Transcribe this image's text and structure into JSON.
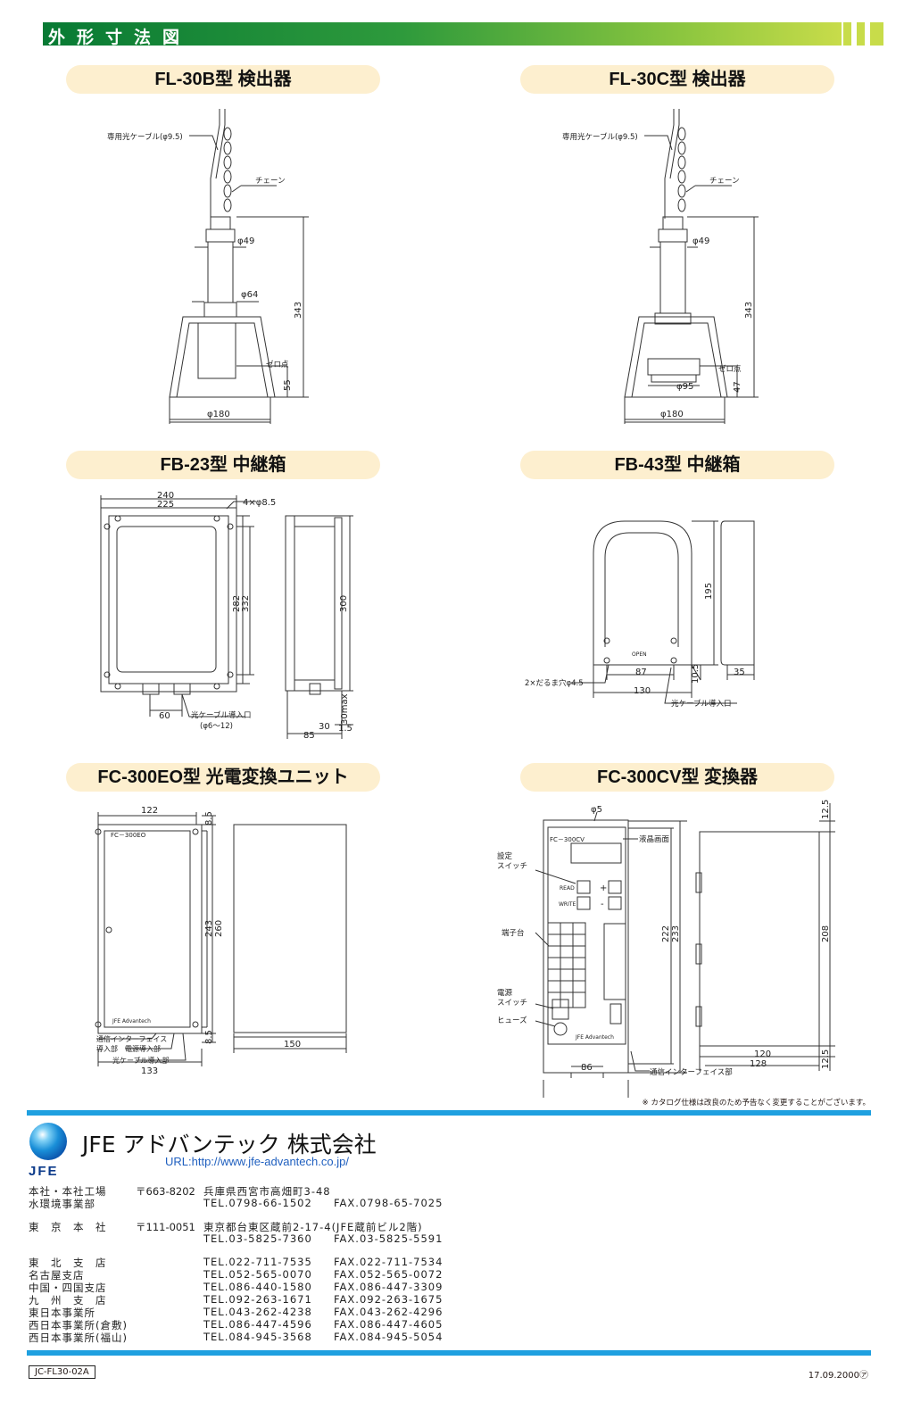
{
  "header": {
    "title": "外形寸法図"
  },
  "sections": {
    "fl30b": {
      "title": "FL-30B型 検出器"
    },
    "fl30c": {
      "title": "FL-30C型 検出器"
    },
    "fb23": {
      "title": "FB-23型 中継箱"
    },
    "fb43": {
      "title": "FB-43型 中継箱"
    },
    "fc300eo": {
      "title": "FC-300EO型 光電変換ユニット"
    },
    "fc300cv": {
      "title": "FC-300CV型 変換器"
    }
  },
  "drawings": {
    "fl30b": {
      "cable": "専用光ケーブル(φ9.5)",
      "chain": "チェーン",
      "d49": "φ49",
      "d64": "φ64",
      "zero": "ゼロ点",
      "d180": "φ180",
      "h343": "343",
      "h55": "55"
    },
    "fl30c": {
      "cable": "専用光ケーブル(φ9.5)",
      "chain": "チェーン",
      "d49": "φ49",
      "zero": "ゼロ点",
      "d95": "φ95",
      "d180": "φ180",
      "h343": "343",
      "h47": "47"
    },
    "fb23": {
      "w240": "240",
      "w225": "225",
      "holes": "4×φ8.5",
      "h282": "282",
      "h332": "332",
      "h300": "300",
      "w60": "60",
      "entry": "光ケーブル導入口",
      "entry_range": "(φ6～12)",
      "d85": "85",
      "d30": "30",
      "d30max": "30max",
      "d15": "1.5"
    },
    "fb43": {
      "h195": "195",
      "open": "OPEN",
      "slot": "2×だるま穴φ4.5",
      "w87": "87",
      "w130": "130",
      "d105": "10.5",
      "d35": "35",
      "entry": "光ケーブル導入口"
    },
    "fc300eo": {
      "w122": "122",
      "model": "FC－300EO",
      "h243": "243",
      "h260": "260",
      "d85a": "8.5",
      "d85b": "8.5",
      "w150": "150",
      "w133": "133",
      "brand": "JFE Advantech",
      "comm": "通信インターフェイス",
      "comm2": "導入部",
      "power": "電源導入部",
      "optical": "光ケーブル導入部"
    },
    "fc300cv": {
      "d5": "φ5",
      "model": "FC－300CV",
      "lcd": "液晶画面",
      "setting": "設定",
      "setting2": "スイッチ",
      "read": "READ",
      "write": "WRITE",
      "plus": "+",
      "minus": "-",
      "terminal": "端子台",
      "power": "電源",
      "power2": "スイッチ",
      "fuse": "ヒューズ",
      "h222": "222",
      "h233": "233",
      "h208": "208",
      "d125a": "12.5",
      "d125b": "12.5",
      "w86": "86",
      "w120": "120",
      "w128": "128",
      "comm": "通信インターフェイス部",
      "brand": "JFE Advantech"
    }
  },
  "note": "※ カタログ仕様は改良のため予告なく変更することがございます。",
  "company": {
    "logo": "JFE",
    "name": "JFE アドバンテック 株式会社",
    "url": "URL:http://www.jfe-advantech.co.jp/"
  },
  "offices": [
    {
      "name": "本社・本社工場",
      "zip": "〒663-8202",
      "address": "兵庫県西宮市高畑町3-48",
      "tel": "",
      "fax": ""
    },
    {
      "name": "水環境事業部",
      "zip": "",
      "address": "",
      "tel": "TEL.0798-66-1502",
      "fax": "FAX.0798-65-7025"
    },
    {
      "name": "東　京　本　社",
      "zip": "〒111-0051",
      "address": "東京都台東区蔵前2-17-4(JFE蔵前ビル2階)",
      "tel": "",
      "fax": ""
    },
    {
      "name": "",
      "zip": "",
      "address": "",
      "tel": "TEL.03-5825-7360",
      "fax": "FAX.03-5825-5591"
    },
    {
      "name": "東　北　支　店",
      "zip": "",
      "address": "",
      "tel": "TEL.022-711-7535",
      "fax": "FAX.022-711-7534"
    },
    {
      "name": "名古屋支店",
      "zip": "",
      "address": "",
      "tel": "TEL.052-565-0070",
      "fax": "FAX.052-565-0072"
    },
    {
      "name": "中国・四国支店",
      "zip": "",
      "address": "",
      "tel": "TEL.086-440-1580",
      "fax": "FAX.086-447-3309"
    },
    {
      "name": "九　州　支　店",
      "zip": "",
      "address": "",
      "tel": "TEL.092-263-1671",
      "fax": "FAX.092-263-1675"
    },
    {
      "name": "東日本事業所",
      "zip": "",
      "address": "",
      "tel": "TEL.043-262-4238",
      "fax": "FAX.043-262-4296"
    },
    {
      "name": "西日本事業所(倉敷)",
      "zip": "",
      "address": "",
      "tel": "TEL.086-447-4596",
      "fax": "FAX.086-447-4605"
    },
    {
      "name": "西日本事業所(福山)",
      "zip": "",
      "address": "",
      "tel": "TEL.084-945-3568",
      "fax": "FAX.084-945-5054"
    }
  ],
  "footer": {
    "doc_no": "JC-FL30-02A",
    "date": "17.09.2000㋐"
  },
  "colors": {
    "header_green": "#087a34",
    "header_lime": "#c8dc4a",
    "pill": "#fdefcf",
    "rule_blue": "#1fa0e0"
  }
}
